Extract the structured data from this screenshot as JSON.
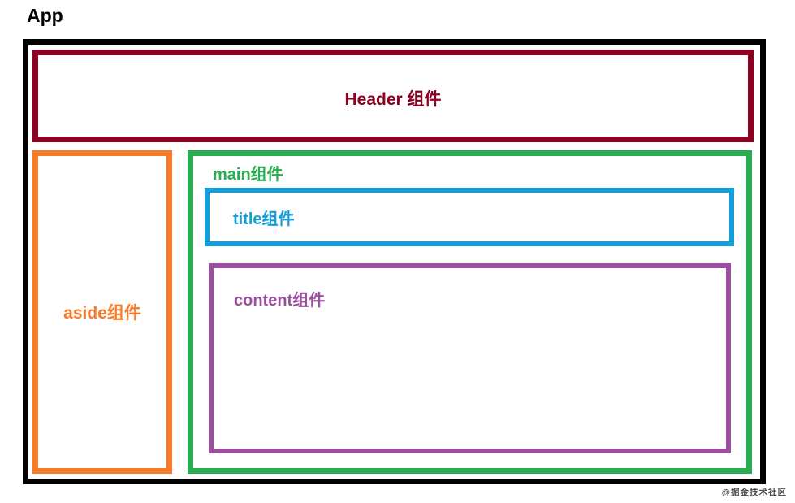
{
  "diagram": {
    "app_label": "App",
    "outer_border_color": "#000000",
    "boxes": {
      "header": {
        "label": "Header 组件",
        "border_color": "#8e0022",
        "text_color": "#8e0022"
      },
      "aside": {
        "label": "aside组件",
        "border_color": "#f77b28",
        "text_color": "#f77b28"
      },
      "main": {
        "label": "main组件",
        "border_color": "#27ae50",
        "text_color": "#27ae50"
      },
      "title": {
        "label": "title组件",
        "border_color": "#129fdc",
        "text_color": "#129fdc"
      },
      "content": {
        "label": "content组件",
        "border_color": "#9c4e9f",
        "text_color": "#9c4e9f"
      }
    },
    "watermark": "@掘金技术社区"
  }
}
